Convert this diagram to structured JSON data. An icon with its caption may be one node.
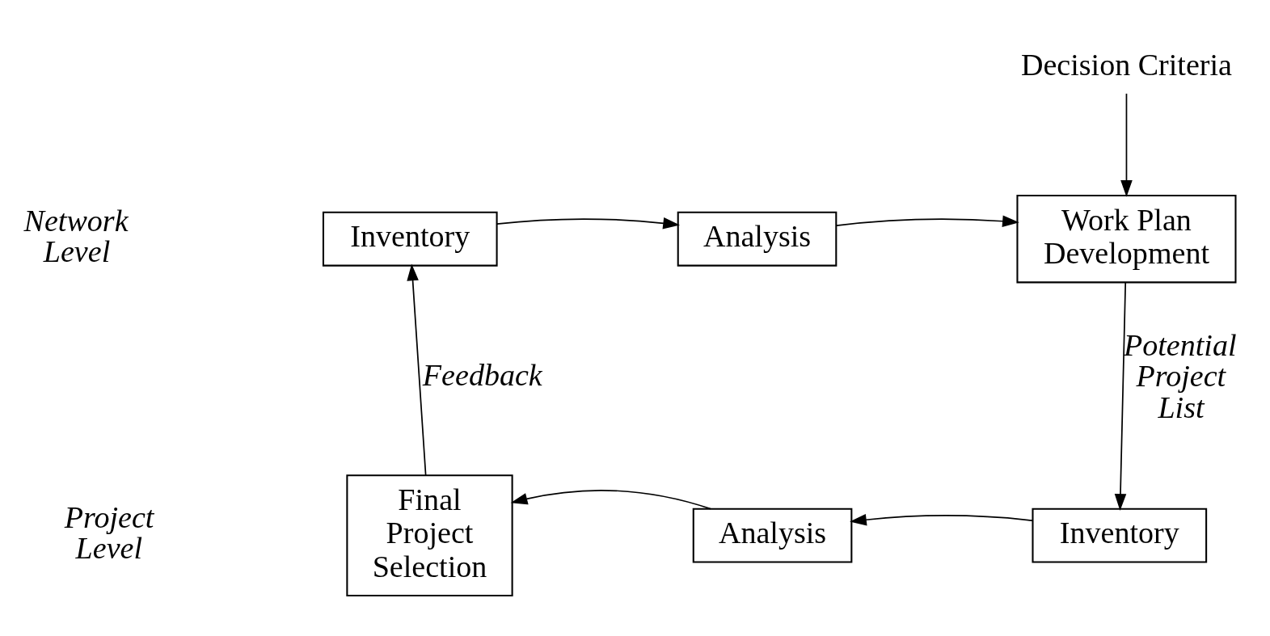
{
  "diagram": {
    "nodes": [
      {
        "text": [
          "Inventory"
        ]
      },
      {
        "text": [
          "Analysis"
        ]
      },
      {
        "text": [
          "Work Plan Development"
        ]
      },
      {
        "text": [
          "Decision Criteria"
        ]
      },
      {
        "text": [
          "Inventory"
        ]
      },
      {
        "text": [
          "Analysis"
        ]
      },
      {
        "text": [
          "Final Project Selection"
        ]
      }
    ],
    "edges": [
      {
        "from": 0,
        "to": 1,
        "arrow": "to"
      },
      {
        "from": 1,
        "to": 2,
        "arrow": "to"
      },
      {
        "from": 3,
        "to": 2,
        "arrow": "to"
      },
      {
        "from": 2,
        "to": 4,
        "arrow": "to",
        "label": "Potential Project List"
      },
      {
        "from": 4,
        "to": 5,
        "arrow": "to"
      },
      {
        "from": 5,
        "to": 6,
        "arrow": "to"
      },
      {
        "from": 6,
        "to": 0,
        "arrow": "to",
        "label": "Feedback"
      }
    ],
    "labels": [
      "Network Level",
      "Project Level"
    ]
  }
}
